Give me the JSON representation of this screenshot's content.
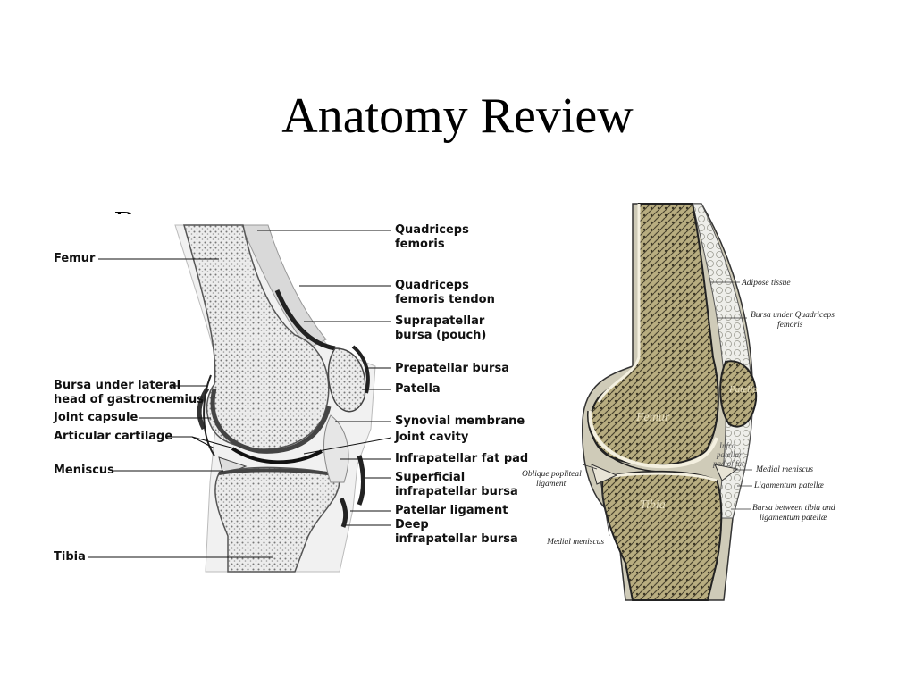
{
  "slide": {
    "title": "Anatomy Review",
    "bullet": "Bursae"
  },
  "left_diagram": {
    "labels_left": {
      "femur": "Femur",
      "bursa_gastroc_1": "Bursa under lateral",
      "bursa_gastroc_2": "head of gastrocnemius",
      "joint_capsule": "Joint capsule",
      "articular_cartilage": "Articular cartilage",
      "meniscus": "Meniscus",
      "tibia": "Tibia"
    },
    "labels_right": {
      "quadriceps_1": "Quadriceps",
      "quadriceps_2": "femoris",
      "quad_tendon_1": "Quadriceps",
      "quad_tendon_2": "femoris tendon",
      "suprapatellar_1": "Suprapatellar",
      "suprapatellar_2": "bursa (pouch)",
      "prepatellar": "Prepatellar bursa",
      "patella": "Patella",
      "synovial": "Synovial membrane",
      "joint_cavity": "Joint cavity",
      "fat_pad": "Infrapatellar fat pad",
      "superficial_1": "Superficial",
      "superficial_2": "infrapatellar bursa",
      "patellar_ligament": "Patellar ligament",
      "deep_1": "Deep",
      "deep_2": "infrapatellar bursa"
    }
  },
  "right_diagram": {
    "labels": {
      "adipose": "Adipose tissue",
      "bursa_quad_1": "Bursa under Quadriceps",
      "bursa_quad_2": "femoris",
      "oblique_1": "Oblique popliteal",
      "oblique_2": "ligament",
      "medial_meniscus_r": "Medial meniscus",
      "ligamentum": "Ligamentum patellæ",
      "bursa_tibia_1": "Bursa between tibia and",
      "bursa_tibia_2": "ligamentum patellæ",
      "medial_meniscus_l": "Medial meniscus"
    },
    "inner": {
      "femur": "Femur",
      "tibia": "Tibia",
      "patella": "Patella",
      "fat_1": "Infra",
      "fat_2": "patellar",
      "fat_3": "pad of fat"
    }
  }
}
